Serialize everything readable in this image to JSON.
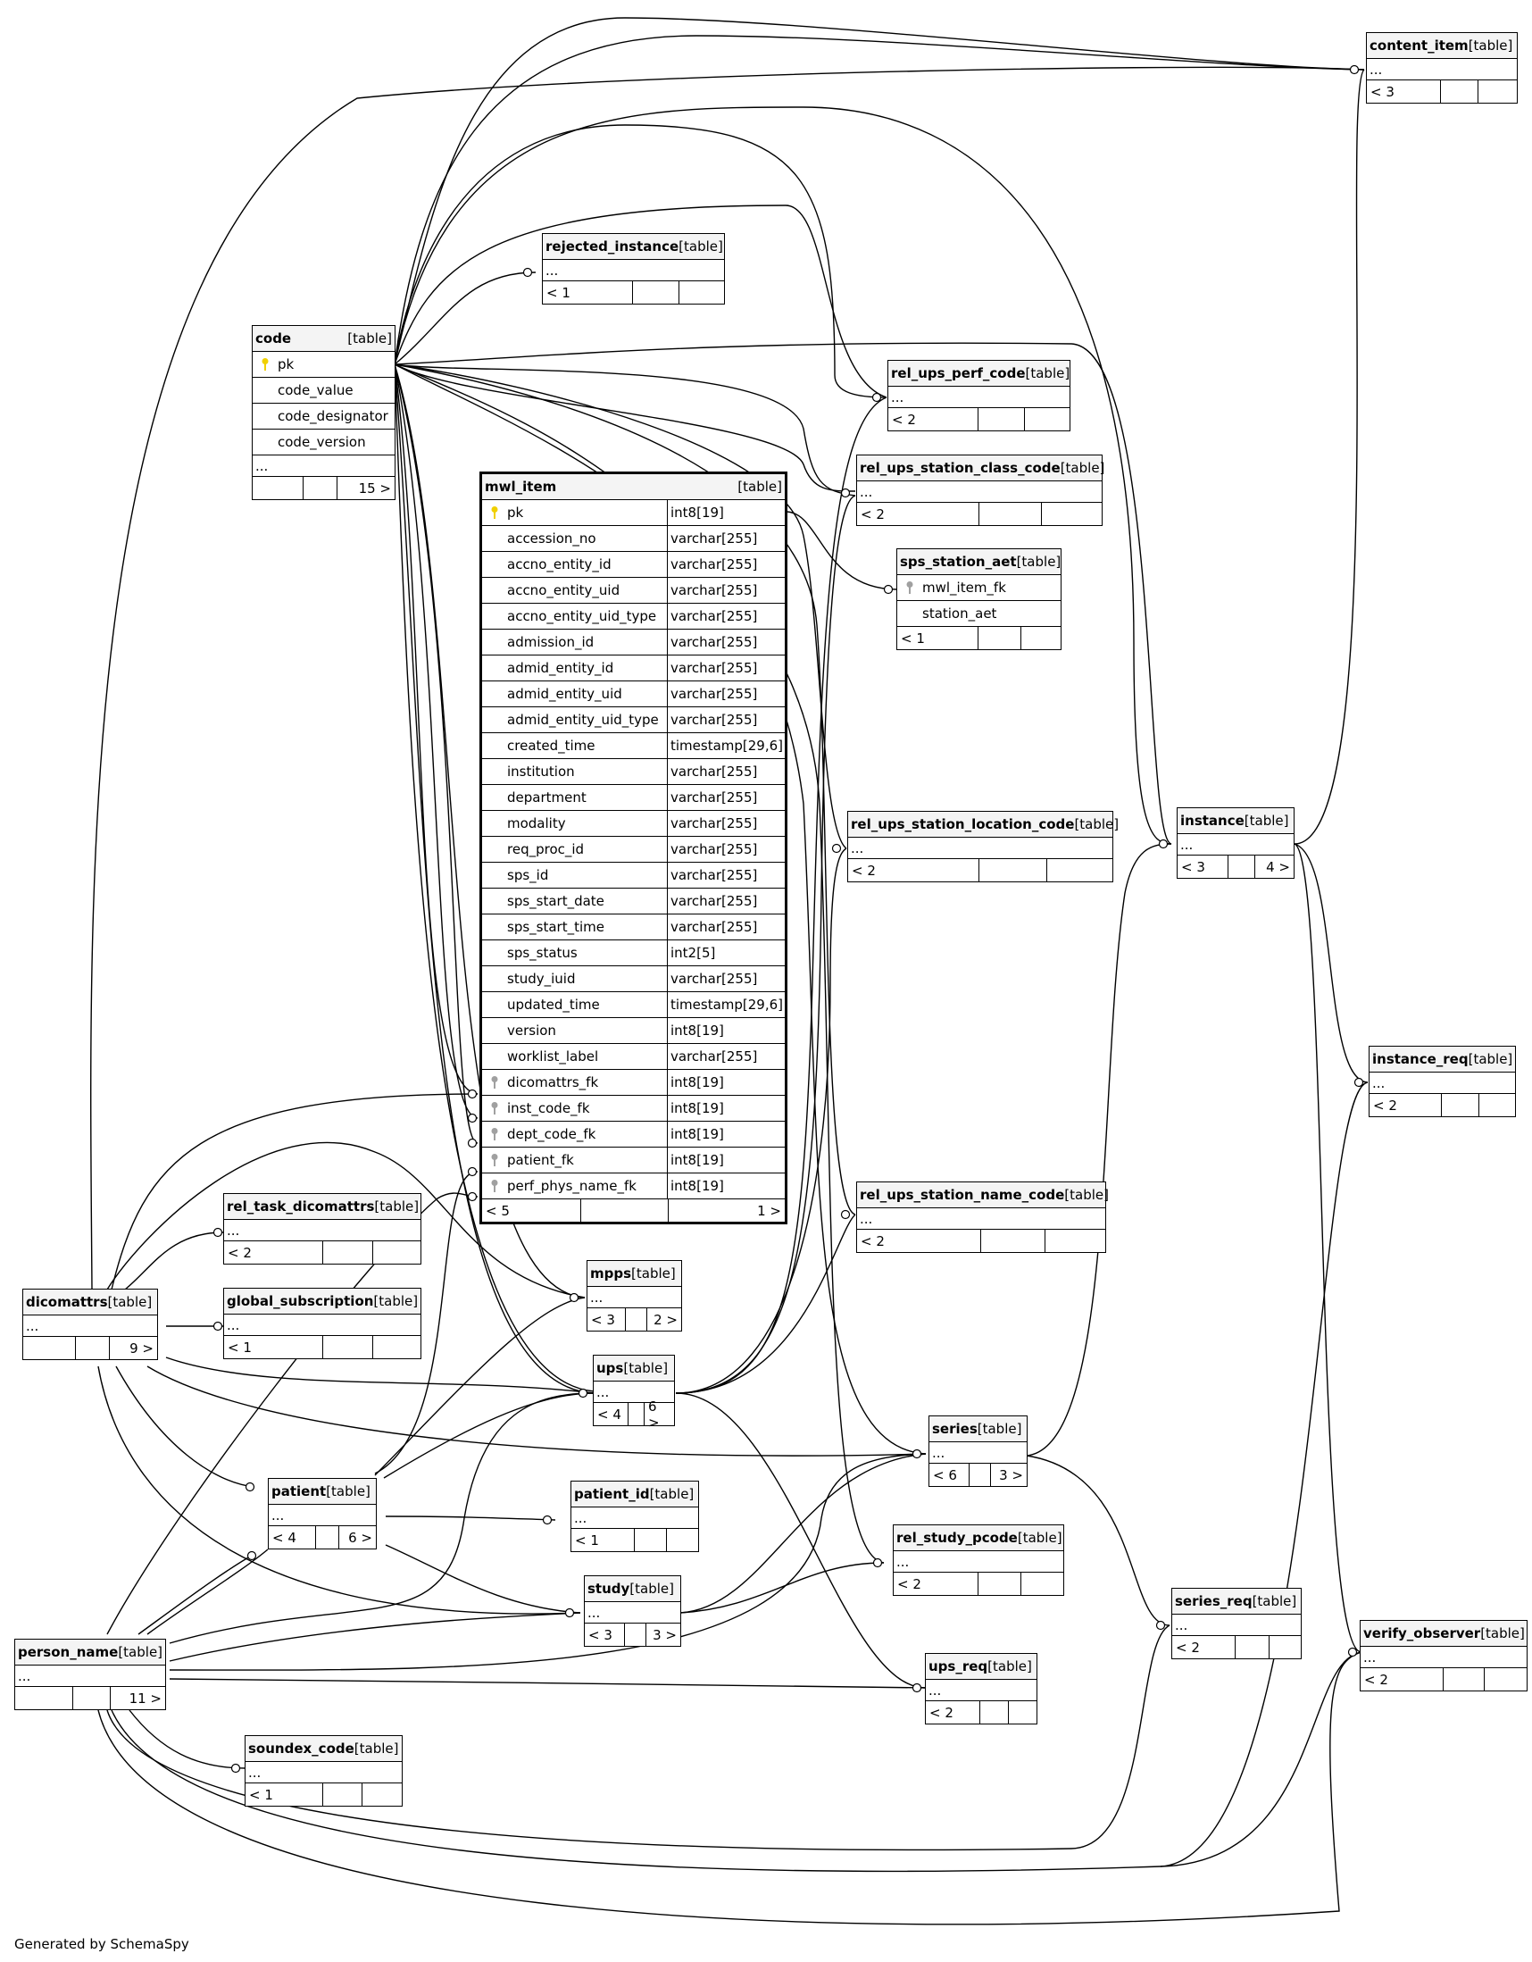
{
  "generator_note": "Generated by SchemaSpy",
  "type_tag": "[table]",
  "ellipsis": "...",
  "tables": {
    "content_item": {
      "name": "content_item",
      "foot": [
        "< 3",
        "",
        ""
      ]
    },
    "rejected_instance": {
      "name": "rejected_instance",
      "foot": [
        "< 1",
        "",
        ""
      ]
    },
    "code": {
      "name": "code",
      "columns": [
        "pk",
        "code_value",
        "code_designator",
        "code_version"
      ],
      "foot": [
        "",
        "",
        "15 >"
      ]
    },
    "rel_ups_perf_code": {
      "name": "rel_ups_perf_code",
      "foot": [
        "< 2",
        "",
        ""
      ]
    },
    "rel_ups_station_class_code": {
      "name": "rel_ups_station_class_code",
      "foot": [
        "< 2",
        "",
        ""
      ]
    },
    "sps_station_aet": {
      "name": "sps_station_aet",
      "columns": [
        "mwl_item_fk",
        "station_aet"
      ],
      "foot": [
        "< 1",
        "",
        ""
      ]
    },
    "mwl_item": {
      "name": "mwl_item",
      "columns": [
        {
          "name": "pk",
          "type": "int8[19]"
        },
        {
          "name": "accession_no",
          "type": "varchar[255]"
        },
        {
          "name": "accno_entity_id",
          "type": "varchar[255]"
        },
        {
          "name": "accno_entity_uid",
          "type": "varchar[255]"
        },
        {
          "name": "accno_entity_uid_type",
          "type": "varchar[255]"
        },
        {
          "name": "admission_id",
          "type": "varchar[255]"
        },
        {
          "name": "admid_entity_id",
          "type": "varchar[255]"
        },
        {
          "name": "admid_entity_uid",
          "type": "varchar[255]"
        },
        {
          "name": "admid_entity_uid_type",
          "type": "varchar[255]"
        },
        {
          "name": "created_time",
          "type": "timestamp[29,6]"
        },
        {
          "name": "institution",
          "type": "varchar[255]"
        },
        {
          "name": "department",
          "type": "varchar[255]"
        },
        {
          "name": "modality",
          "type": "varchar[255]"
        },
        {
          "name": "req_proc_id",
          "type": "varchar[255]"
        },
        {
          "name": "sps_id",
          "type": "varchar[255]"
        },
        {
          "name": "sps_start_date",
          "type": "varchar[255]"
        },
        {
          "name": "sps_start_time",
          "type": "varchar[255]"
        },
        {
          "name": "sps_status",
          "type": "int2[5]"
        },
        {
          "name": "study_iuid",
          "type": "varchar[255]"
        },
        {
          "name": "updated_time",
          "type": "timestamp[29,6]"
        },
        {
          "name": "version",
          "type": "int8[19]"
        },
        {
          "name": "worklist_label",
          "type": "varchar[255]"
        },
        {
          "name": "dicomattrs_fk",
          "type": "int8[19]"
        },
        {
          "name": "inst_code_fk",
          "type": "int8[19]"
        },
        {
          "name": "dept_code_fk",
          "type": "int8[19]"
        },
        {
          "name": "patient_fk",
          "type": "int8[19]"
        },
        {
          "name": "perf_phys_name_fk",
          "type": "int8[19]"
        }
      ],
      "foot": [
        "< 5",
        "",
        "1 >"
      ]
    },
    "rel_ups_station_location_code": {
      "name": "rel_ups_station_location_code",
      "foot": [
        "< 2",
        "",
        ""
      ]
    },
    "instance": {
      "name": "instance",
      "foot": [
        "< 3",
        "",
        "4 >"
      ]
    },
    "instance_req": {
      "name": "instance_req",
      "foot": [
        "< 2",
        "",
        ""
      ]
    },
    "rel_task_dicomattrs": {
      "name": "rel_task_dicomattrs",
      "foot": [
        "< 2",
        "",
        ""
      ]
    },
    "rel_ups_station_name_code": {
      "name": "rel_ups_station_name_code",
      "foot": [
        "< 2",
        "",
        ""
      ]
    },
    "dicomattrs": {
      "name": "dicomattrs",
      "foot": [
        "",
        "",
        "9 >"
      ]
    },
    "global_subscription": {
      "name": "global_subscription",
      "foot": [
        "< 1",
        "",
        ""
      ]
    },
    "mpps": {
      "name": "mpps",
      "foot": [
        "< 3",
        "",
        "2 >"
      ]
    },
    "ups": {
      "name": "ups",
      "foot": [
        "< 4",
        "",
        "6 >"
      ]
    },
    "series": {
      "name": "series",
      "foot": [
        "< 6",
        "",
        "3 >"
      ]
    },
    "patient": {
      "name": "patient",
      "foot": [
        "< 4",
        "",
        "6 >"
      ]
    },
    "patient_id": {
      "name": "patient_id",
      "foot": [
        "< 1",
        "",
        ""
      ]
    },
    "rel_study_pcode": {
      "name": "rel_study_pcode",
      "foot": [
        "< 2",
        "",
        ""
      ]
    },
    "study": {
      "name": "study",
      "foot": [
        "< 3",
        "",
        "3 >"
      ]
    },
    "series_req": {
      "name": "series_req",
      "foot": [
        "< 2",
        "",
        ""
      ]
    },
    "verify_observer": {
      "name": "verify_observer",
      "foot": [
        "< 2",
        "",
        ""
      ]
    },
    "person_name": {
      "name": "person_name",
      "foot": [
        "",
        "",
        "11 >"
      ]
    },
    "ups_req": {
      "name": "ups_req",
      "foot": [
        "< 2",
        "",
        ""
      ]
    },
    "soundex_code": {
      "name": "soundex_code",
      "foot": [
        "< 1",
        "",
        ""
      ]
    }
  },
  "colors": {
    "primary_key": "#f0d000",
    "foreign_key": "#a0a0a0",
    "header_bg": "#f4f4f4"
  }
}
